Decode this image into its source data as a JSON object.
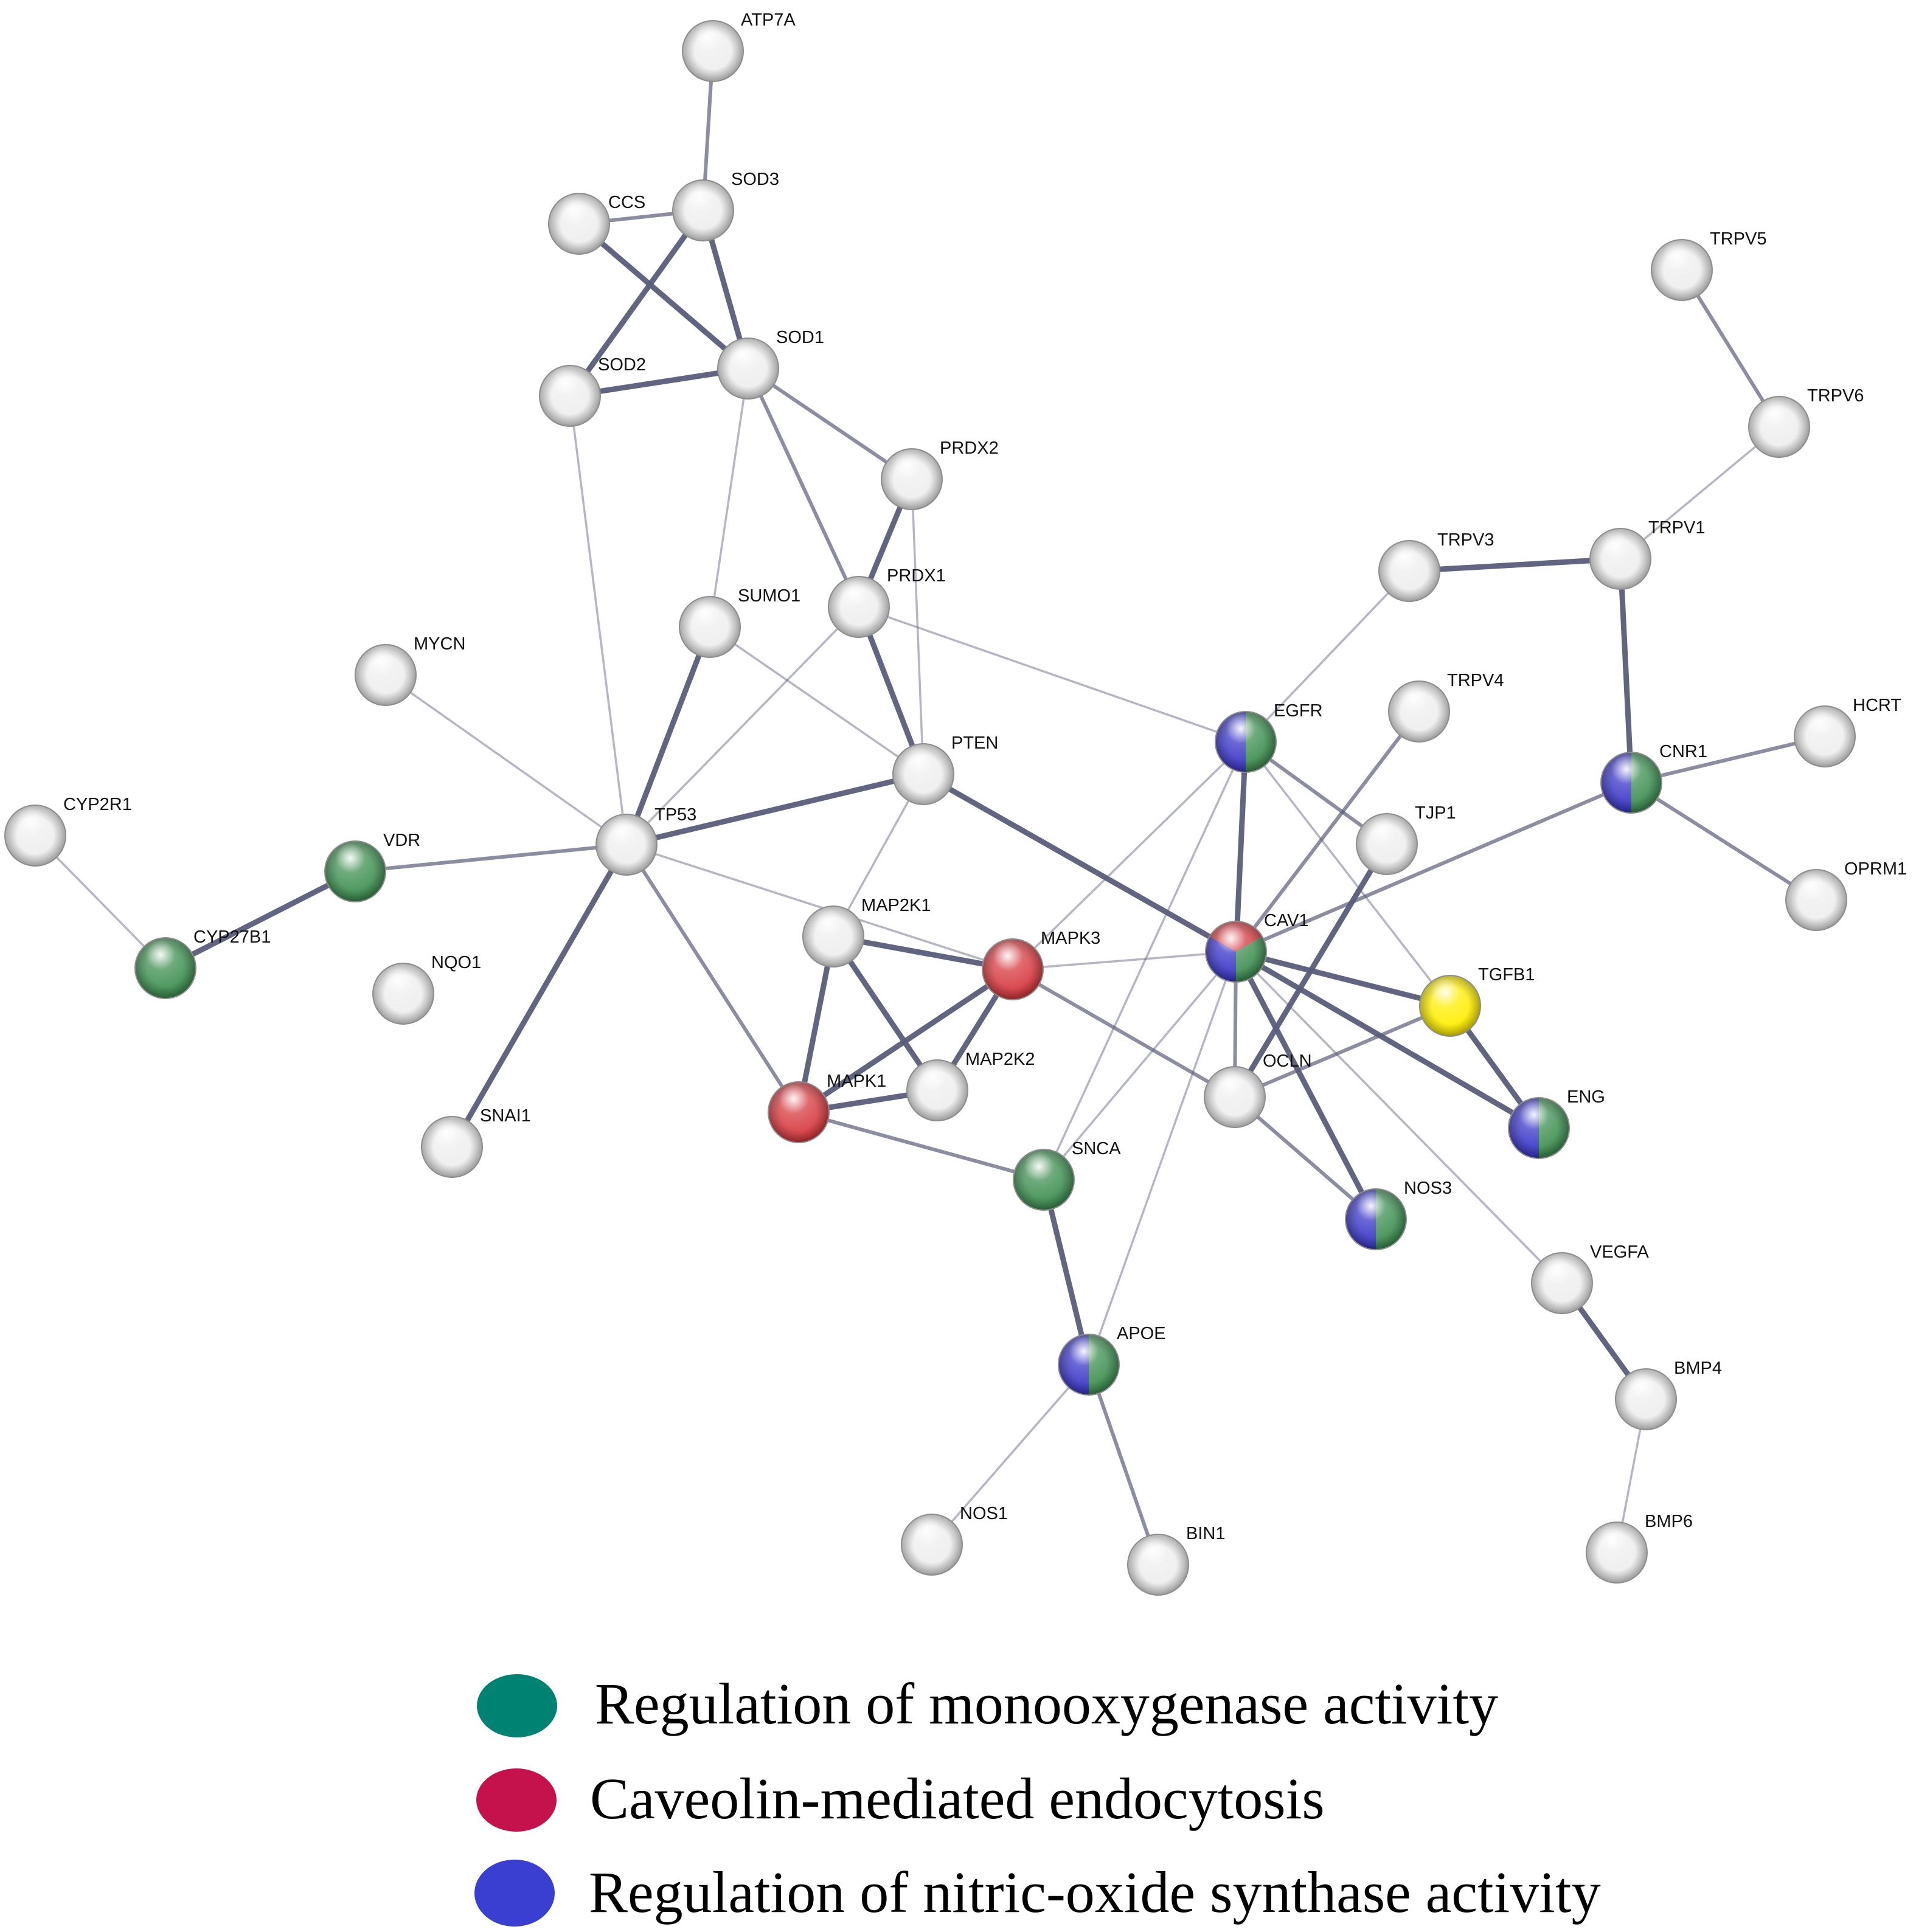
{
  "nodes": [
    {
      "id": "ATP7A",
      "label": "ATP7A",
      "colors": []
    },
    {
      "id": "CCS",
      "label": "CCS",
      "colors": []
    },
    {
      "id": "SOD3",
      "label": "SOD3",
      "colors": []
    },
    {
      "id": "SOD2",
      "label": "SOD2",
      "colors": []
    },
    {
      "id": "SOD1",
      "label": "SOD1",
      "colors": []
    },
    {
      "id": "PRDX2",
      "label": "PRDX2",
      "colors": []
    },
    {
      "id": "PRDX1",
      "label": "PRDX1",
      "colors": []
    },
    {
      "id": "SUMO1",
      "label": "SUMO1",
      "colors": []
    },
    {
      "id": "MYCN",
      "label": "MYCN",
      "colors": []
    },
    {
      "id": "PTEN",
      "label": "PTEN",
      "colors": []
    },
    {
      "id": "TP53",
      "label": "TP53",
      "colors": []
    },
    {
      "id": "CYP2R1",
      "label": "CYP2R1",
      "colors": []
    },
    {
      "id": "VDR",
      "label": "VDR",
      "colors": [
        "green"
      ]
    },
    {
      "id": "CYP27B1",
      "label": "CYP27B1",
      "colors": [
        "green"
      ]
    },
    {
      "id": "NQO1",
      "label": "NQO1",
      "colors": []
    },
    {
      "id": "SNAI1",
      "label": "SNAI1",
      "colors": []
    },
    {
      "id": "MAP2K1",
      "label": "MAP2K1",
      "colors": []
    },
    {
      "id": "MAPK3",
      "label": "MAPK3",
      "colors": [
        "red"
      ]
    },
    {
      "id": "MAP2K2",
      "label": "MAP2K2",
      "colors": []
    },
    {
      "id": "MAPK1",
      "label": "MAPK1",
      "colors": [
        "red"
      ]
    },
    {
      "id": "SNCA",
      "label": "SNCA",
      "colors": [
        "green"
      ]
    },
    {
      "id": "APOE",
      "label": "APOE",
      "colors": [
        "blue",
        "green"
      ]
    },
    {
      "id": "NOS1",
      "label": "NOS1",
      "colors": []
    },
    {
      "id": "BIN1",
      "label": "BIN1",
      "colors": []
    },
    {
      "id": "EGFR",
      "label": "EGFR",
      "colors": [
        "blue",
        "green"
      ]
    },
    {
      "id": "TRPV3",
      "label": "TRPV3",
      "colors": []
    },
    {
      "id": "TRPV4",
      "label": "TRPV4",
      "colors": []
    },
    {
      "id": "TJP1",
      "label": "TJP1",
      "colors": []
    },
    {
      "id": "CAV1",
      "label": "CAV1",
      "colors": [
        "blue",
        "red",
        "green"
      ]
    },
    {
      "id": "OCLN",
      "label": "OCLN",
      "colors": []
    },
    {
      "id": "TGFB1",
      "label": "TGFB1",
      "colors": [
        "yellow"
      ]
    },
    {
      "id": "ENG",
      "label": "ENG",
      "colors": [
        "blue",
        "green"
      ]
    },
    {
      "id": "NOS3",
      "label": "NOS3",
      "colors": [
        "blue",
        "green"
      ]
    },
    {
      "id": "VEGFA",
      "label": "VEGFA",
      "colors": []
    },
    {
      "id": "BMP4",
      "label": "BMP4",
      "colors": []
    },
    {
      "id": "BMP6",
      "label": "BMP6",
      "colors": []
    },
    {
      "id": "TRPV5",
      "label": "TRPV5",
      "colors": []
    },
    {
      "id": "TRPV6",
      "label": "TRPV6",
      "colors": []
    },
    {
      "id": "TRPV1",
      "label": "TRPV1",
      "colors": []
    },
    {
      "id": "CNR1",
      "label": "CNR1",
      "colors": [
        "blue",
        "green"
      ]
    },
    {
      "id": "HCRT",
      "label": "HCRT",
      "colors": []
    },
    {
      "id": "OPRM1",
      "label": "OPRM1",
      "colors": []
    }
  ],
  "edges": [
    {
      "source": "ATP7A",
      "target": "SOD3",
      "strength": "medium"
    },
    {
      "source": "CCS",
      "target": "SOD3",
      "strength": "medium"
    },
    {
      "source": "CCS",
      "target": "SOD1",
      "strength": "strong"
    },
    {
      "source": "SOD3",
      "target": "SOD2",
      "strength": "strong"
    },
    {
      "source": "SOD3",
      "target": "SOD1",
      "strength": "strong"
    },
    {
      "source": "SOD2",
      "target": "SOD1",
      "strength": "strong"
    },
    {
      "source": "SOD2",
      "target": "TP53",
      "strength": "weak"
    },
    {
      "source": "SOD1",
      "target": "PRDX2",
      "strength": "medium"
    },
    {
      "source": "SOD1",
      "target": "PRDX1",
      "strength": "medium"
    },
    {
      "source": "SOD1",
      "target": "SUMO1",
      "strength": "weak"
    },
    {
      "source": "PRDX2",
      "target": "PRDX1",
      "strength": "strong"
    },
    {
      "source": "PRDX2",
      "target": "PTEN",
      "strength": "weak"
    },
    {
      "source": "PRDX1",
      "target": "PTEN",
      "strength": "strong"
    },
    {
      "source": "PRDX1",
      "target": "TP53",
      "strength": "weak"
    },
    {
      "source": "PRDX1",
      "target": "EGFR",
      "strength": "weak"
    },
    {
      "source": "SUMO1",
      "target": "TP53",
      "strength": "strong"
    },
    {
      "source": "SUMO1",
      "target": "PTEN",
      "strength": "weak"
    },
    {
      "source": "MYCN",
      "target": "TP53",
      "strength": "weak"
    },
    {
      "source": "PTEN",
      "target": "TP53",
      "strength": "strong"
    },
    {
      "source": "PTEN",
      "target": "MAP2K1",
      "strength": "weak"
    },
    {
      "source": "PTEN",
      "target": "CAV1",
      "strength": "strong"
    },
    {
      "source": "TP53",
      "target": "VDR",
      "strength": "medium"
    },
    {
      "source": "TP53",
      "target": "SNAI1",
      "strength": "strong"
    },
    {
      "source": "TP53",
      "target": "MAPK1",
      "strength": "medium"
    },
    {
      "source": "TP53",
      "target": "MAPK3",
      "strength": "weak"
    },
    {
      "source": "CYP2R1",
      "target": "CYP27B1",
      "strength": "weak"
    },
    {
      "source": "VDR",
      "target": "CYP27B1",
      "strength": "strong"
    },
    {
      "source": "MAP2K1",
      "target": "MAPK3",
      "strength": "strong"
    },
    {
      "source": "MAP2K1",
      "target": "MAPK1",
      "strength": "strong"
    },
    {
      "source": "MAP2K1",
      "target": "MAP2K2",
      "strength": "strong"
    },
    {
      "source": "MAPK3",
      "target": "MAPK1",
      "strength": "strong"
    },
    {
      "source": "MAPK3",
      "target": "MAP2K2",
      "strength": "strong"
    },
    {
      "source": "MAPK3",
      "target": "EGFR",
      "strength": "weak"
    },
    {
      "source": "MAPK3",
      "target": "CAV1",
      "strength": "weak"
    },
    {
      "source": "MAPK3",
      "target": "OCLN",
      "strength": "medium"
    },
    {
      "source": "MAPK1",
      "target": "MAP2K2",
      "strength": "strong"
    },
    {
      "source": "MAPK1",
      "target": "SNCA",
      "strength": "medium"
    },
    {
      "source": "SNCA",
      "target": "APOE",
      "strength": "strong"
    },
    {
      "source": "SNCA",
      "target": "EGFR",
      "strength": "weak"
    },
    {
      "source": "SNCA",
      "target": "CAV1",
      "strength": "weak"
    },
    {
      "source": "APOE",
      "target": "NOS1",
      "strength": "weak"
    },
    {
      "source": "APOE",
      "target": "BIN1",
      "strength": "medium"
    },
    {
      "source": "APOE",
      "target": "CAV1",
      "strength": "weak"
    },
    {
      "source": "EGFR",
      "target": "TRPV3",
      "strength": "weak"
    },
    {
      "source": "EGFR",
      "target": "CAV1",
      "strength": "strong"
    },
    {
      "source": "EGFR",
      "target": "TJP1",
      "strength": "medium"
    },
    {
      "source": "EGFR",
      "target": "TGFB1",
      "strength": "weak"
    },
    {
      "source": "TRPV3",
      "target": "TRPV1",
      "strength": "strong"
    },
    {
      "source": "TRPV4",
      "target": "CAV1",
      "strength": "medium"
    },
    {
      "source": "TJP1",
      "target": "OCLN",
      "strength": "strong"
    },
    {
      "source": "CAV1",
      "target": "CNR1",
      "strength": "medium"
    },
    {
      "source": "CAV1",
      "target": "TGFB1",
      "strength": "strong"
    },
    {
      "source": "CAV1",
      "target": "ENG",
      "strength": "strong"
    },
    {
      "source": "CAV1",
      "target": "NOS3",
      "strength": "strong"
    },
    {
      "source": "CAV1",
      "target": "OCLN",
      "strength": "medium"
    },
    {
      "source": "CAV1",
      "target": "VEGFA",
      "strength": "weak"
    },
    {
      "source": "OCLN",
      "target": "TGFB1",
      "strength": "medium"
    },
    {
      "source": "OCLN",
      "target": "NOS3",
      "strength": "medium"
    },
    {
      "source": "TGFB1",
      "target": "ENG",
      "strength": "strong"
    },
    {
      "source": "VEGFA",
      "target": "BMP4",
      "strength": "strong"
    },
    {
      "source": "BMP4",
      "target": "BMP6",
      "strength": "weak"
    },
    {
      "source": "TRPV5",
      "target": "TRPV6",
      "strength": "medium"
    },
    {
      "source": "TRPV6",
      "target": "TRPV1",
      "strength": "weak"
    },
    {
      "source": "TRPV1",
      "target": "CNR1",
      "strength": "strong"
    },
    {
      "source": "CNR1",
      "target": "HCRT",
      "strength": "medium"
    },
    {
      "source": "CNR1",
      "target": "OPRM1",
      "strength": "medium"
    }
  ],
  "legend": [
    {
      "label": "Regulation of monooxygenase activity",
      "color": "#008272"
    },
    {
      "label": "Caveolin-mediated endocytosis",
      "color": "#c5124c"
    },
    {
      "label": "Regulation of nitric-oxide synthase activity",
      "color": "#3b3fd1"
    }
  ],
  "palette": {
    "green": "#3f8f52",
    "red": "#d63a40",
    "blue": "#3a36c8",
    "yellow": "#ffee00",
    "plain": "#eeeeee",
    "edge": "#5a5d7a"
  }
}
